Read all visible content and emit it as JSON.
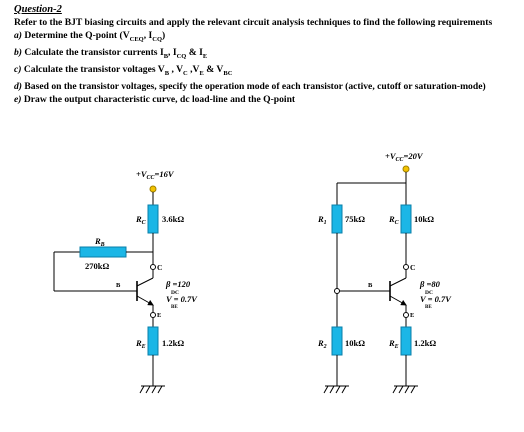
{
  "question": {
    "title": "Question-2",
    "intro": "Refer to the BJT biasing circuits  and apply the relevant circuit analysis techniques to find the following requirements",
    "items": [
      {
        "part": "a)",
        "text": "Determine the Q-point (V",
        "sub1": "CEQ",
        "mid": ", I",
        "sub2": "CQ",
        "end": ")"
      },
      {
        "part": "b)",
        "text": "Calculate the transistor currents I",
        "sub1": "B",
        "mid": ", I",
        "sub2": "CQ",
        "mid2": " & I",
        "sub3": "E",
        "end": ""
      },
      {
        "part": "c)",
        "text": "Calculate the transistor voltages V",
        "sub1": "B",
        "mid": " , V",
        "sub2": "C",
        "mid2": " ,V",
        "sub3": "E",
        "mid3": " & V",
        "sub4": "BC",
        "end": ""
      },
      {
        "part": "d)",
        "text": "Based on the transistor voltages, specify the operation mode of each transistor (active, cutoff or saturation-mode)"
      },
      {
        "part": "e)",
        "text": "Draw the output characteristic curve, dc load-line and the Q-point"
      }
    ]
  },
  "circuit1": {
    "vcc_pre": "+V",
    "vcc_sub": "CC",
    "vcc_val": "=16V",
    "rc_name": "R",
    "rc_sub": "C",
    "rc_value": "3.6kΩ",
    "rb_name": "R",
    "rb_sub": "B",
    "rb_value": "270kΩ",
    "re_name": "R",
    "re_sub": "E",
    "re_value": "1.2kΩ",
    "node_c": "C",
    "node_b": "B",
    "node_e": "E",
    "beta_label": "β =120",
    "beta_sub": "DC",
    "vbe_pre": "V",
    "vbe_sub": "BE",
    "vbe_val": "= 0.7V"
  },
  "circuit2": {
    "vcc_pre": "+V",
    "vcc_sub": "CC",
    "vcc_val": "=20V",
    "r1_name": "R",
    "r1_sub": "1",
    "r1_value": "75kΩ",
    "rc_name": "R",
    "rc_sub": "C",
    "rc_value": "10kΩ",
    "r2_name": "R",
    "r2_sub": "2",
    "r2_value": "10kΩ",
    "re_name": "R",
    "re_sub": "E",
    "re_value": "1.2kΩ",
    "node_c": "C",
    "node_b": "B",
    "node_e": "E",
    "beta_label": "β =80",
    "beta_sub": "DC",
    "vbe_pre": "V",
    "vbe_sub": "BE",
    "vbe_val": "= 0.7V"
  },
  "colors": {
    "resistor_fill": "#1bb6e6",
    "vcc_node": "#f2c200",
    "wire": "#000000"
  }
}
